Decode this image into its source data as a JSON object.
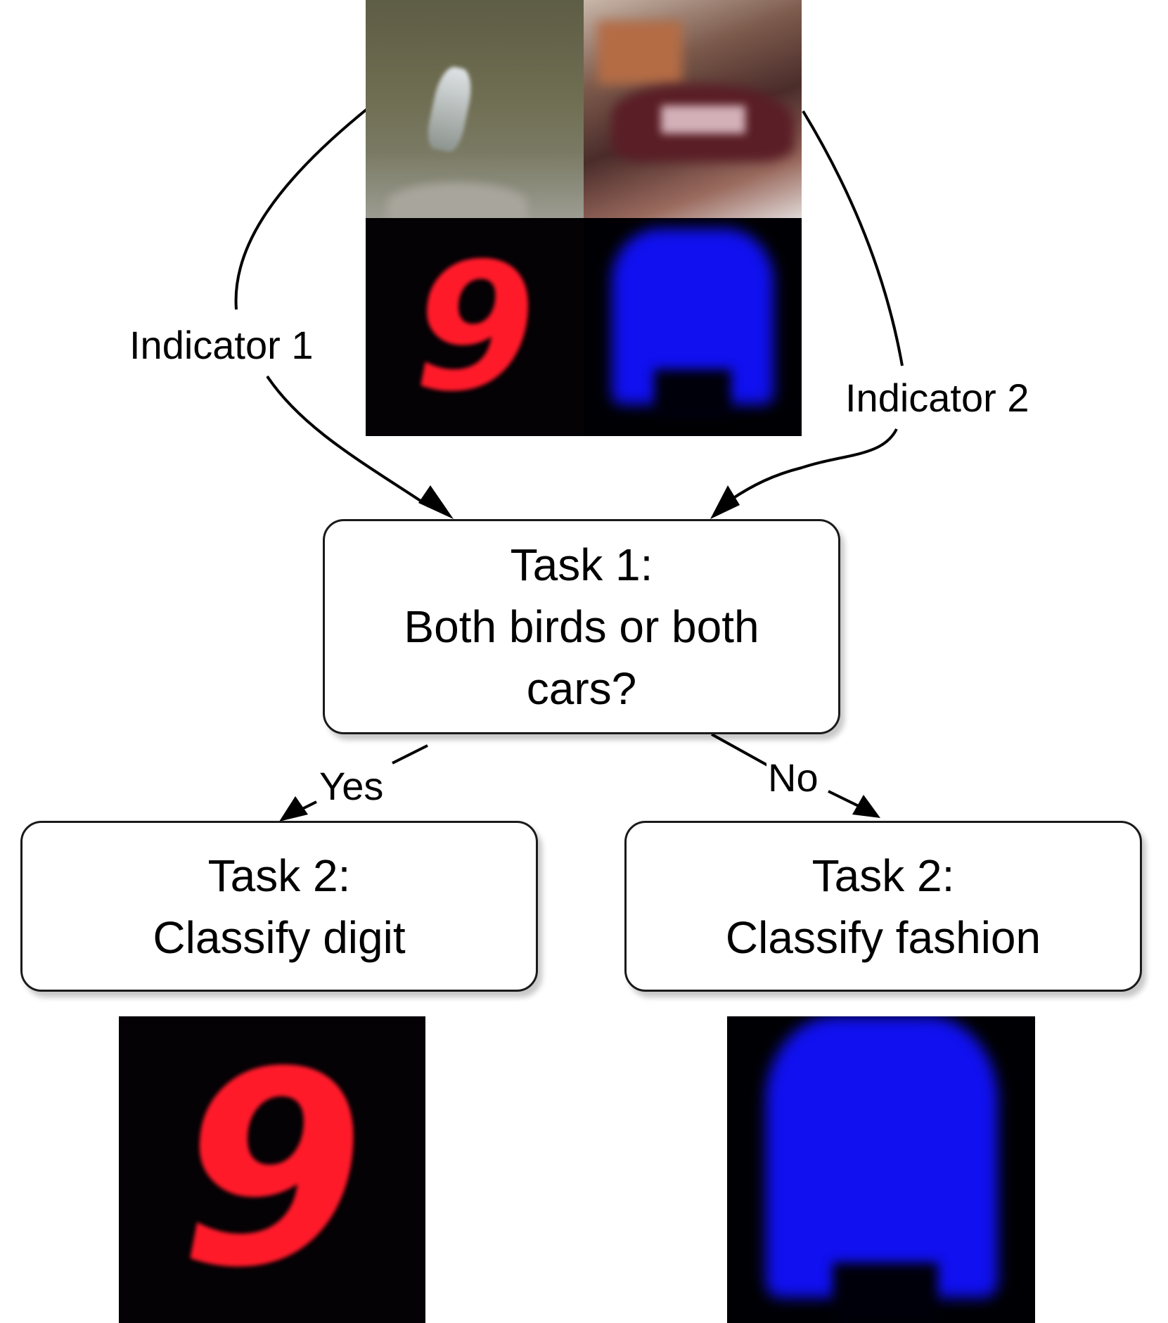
{
  "labels": {
    "indicator_1": "Indicator 1",
    "indicator_2": "Indicator 2",
    "yes": "Yes",
    "no": "No"
  },
  "task1": {
    "title": "Task 1:",
    "line1": "Both birds or both",
    "line2": "cars?"
  },
  "task2_digit": {
    "title": "Task 2:",
    "body": "Classify digit"
  },
  "task2_fashion": {
    "title": "Task 2:",
    "body": "Classify fashion"
  },
  "images": {
    "digit_glyph": "9"
  },
  "colors": {
    "digit": "#ff1a2a",
    "fashion": "#1010f0",
    "stroke": "#000000"
  }
}
